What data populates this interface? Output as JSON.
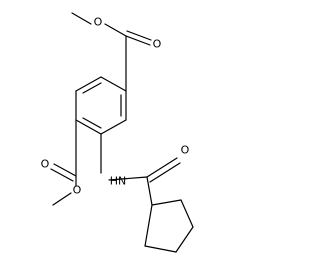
{
  "molecule": {
    "atoms": {
      "ester_top_carbonyl_o": "O",
      "ester_top_ether_o": "O",
      "ester_bottom_carbonyl_o": "O",
      "ester_bottom_ether_o": "O",
      "amide_nitrogen": "HN",
      "amide_carbonyl_o": "O"
    },
    "colors": {
      "bond": "#000000",
      "label": "#000000",
      "background": "#ffffff"
    }
  }
}
